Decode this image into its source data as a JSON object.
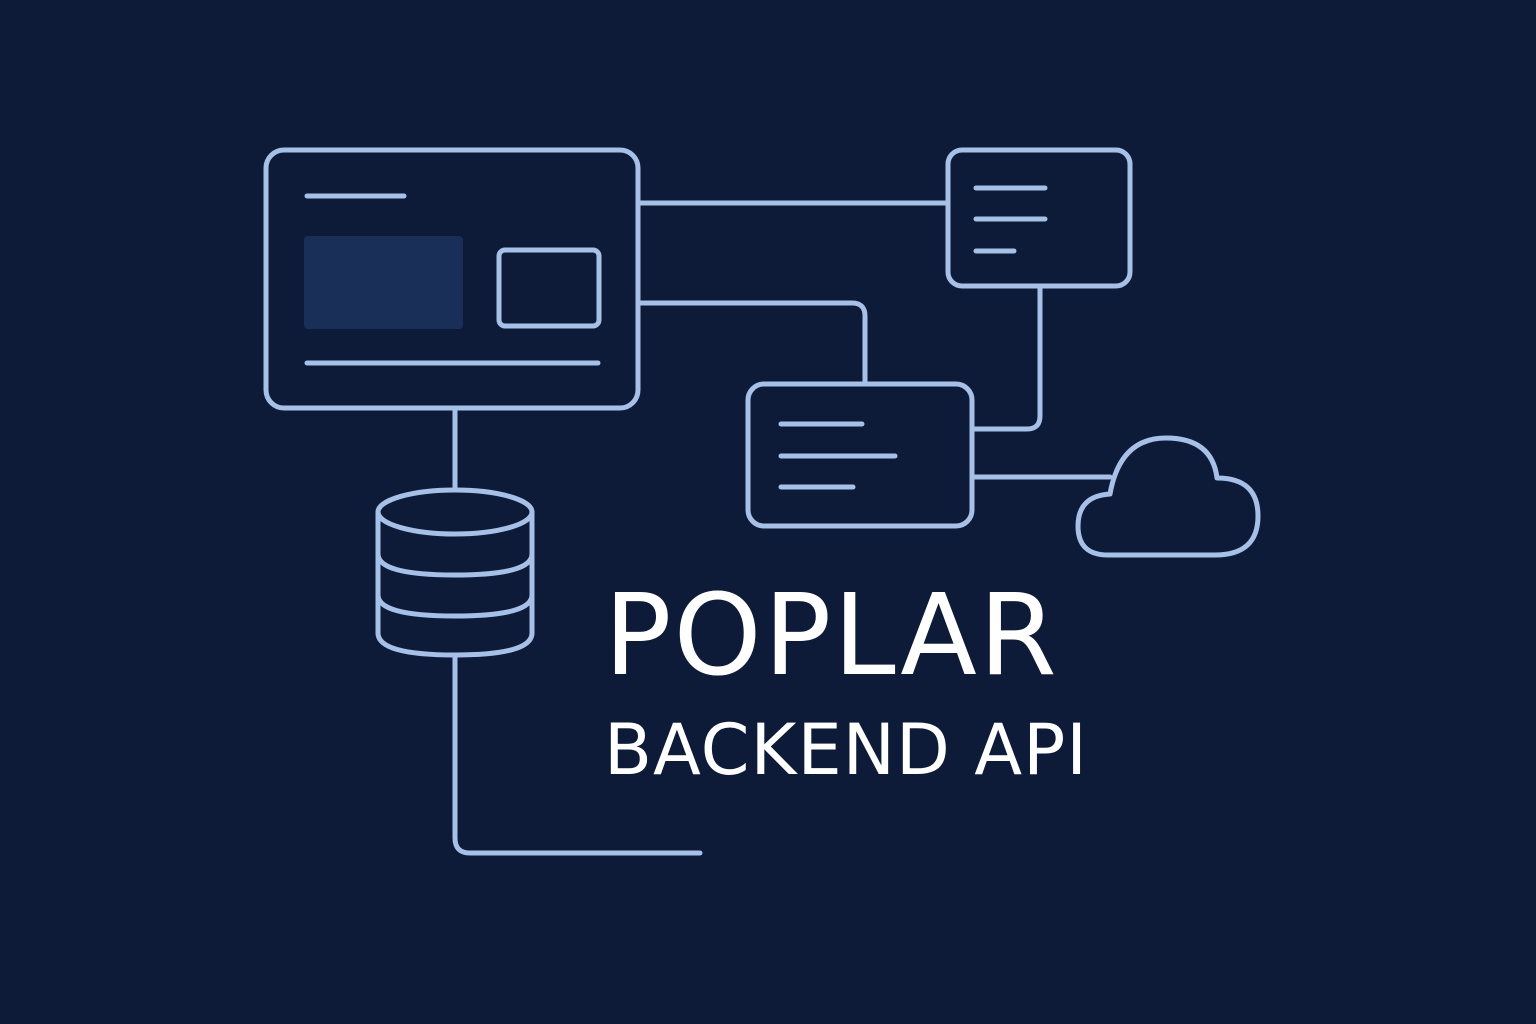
{
  "colors": {
    "background": "#0e1b38",
    "stroke": "#a7c0e8",
    "panel_fill": "#1a2f57",
    "text": "#ffffff"
  },
  "title": {
    "main": "POPLAR",
    "sub": "BACKEND API"
  },
  "diagram": {
    "nodes": [
      {
        "id": "client-window",
        "type": "window",
        "contents": [
          "header-line",
          "image-panel",
          "inner-box",
          "footer-line"
        ]
      },
      {
        "id": "service-top-right",
        "type": "card",
        "lines": 3
      },
      {
        "id": "service-middle",
        "type": "card",
        "lines": 3
      },
      {
        "id": "database",
        "type": "database-icon"
      },
      {
        "id": "cloud",
        "type": "cloud-icon"
      }
    ],
    "edges": [
      {
        "from": "client-window",
        "to": "service-top-right"
      },
      {
        "from": "client-window",
        "to": "service-middle"
      },
      {
        "from": "service-top-right",
        "to": "service-middle"
      },
      {
        "from": "service-middle",
        "to": "cloud"
      },
      {
        "from": "client-window",
        "to": "database"
      },
      {
        "from": "database",
        "to": "title"
      }
    ]
  }
}
